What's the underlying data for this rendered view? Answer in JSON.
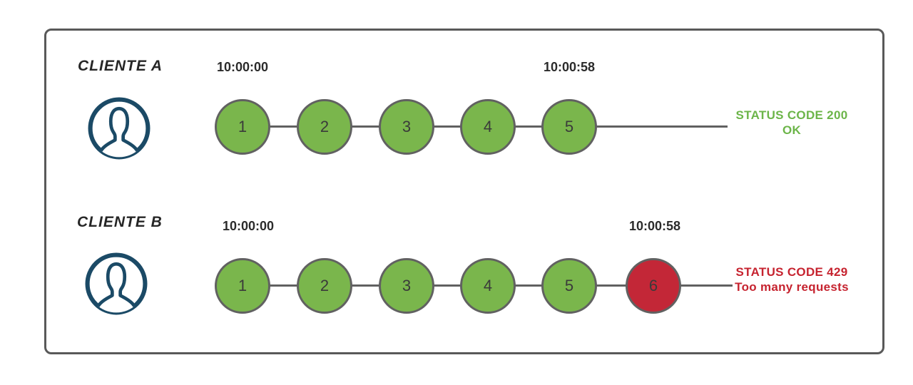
{
  "colors": {
    "green_fill": "#7ab64c",
    "green_text": "#6cb549",
    "red_fill": "#c32737",
    "red_text": "#c6232f",
    "stroke": "#616161",
    "navy": "#1b4a66",
    "frame_border": "#595959",
    "timestamp_text": "#2b2b2b",
    "label_text": "#262626",
    "number_text": "#3a3a3a",
    "background": "#ffffff"
  },
  "rows": [
    {
      "client_label": "CLIENTE A",
      "start_time": "10:00:00",
      "end_time": "10:00:58",
      "requests": [
        {
          "label": "1",
          "status": "ok"
        },
        {
          "label": "2",
          "status": "ok"
        },
        {
          "label": "3",
          "status": "ok"
        },
        {
          "label": "4",
          "status": "ok"
        },
        {
          "label": "5",
          "status": "ok"
        }
      ],
      "status_code_line": "STATUS CODE 200",
      "status_message_line": "OK",
      "status_color": "green"
    },
    {
      "client_label": "CLIENTE B",
      "start_time": "10:00:00",
      "end_time": "10:00:58",
      "requests": [
        {
          "label": "1",
          "status": "ok"
        },
        {
          "label": "2",
          "status": "ok"
        },
        {
          "label": "3",
          "status": "ok"
        },
        {
          "label": "4",
          "status": "ok"
        },
        {
          "label": "5",
          "status": "ok"
        },
        {
          "label": "6",
          "status": "blocked"
        }
      ],
      "status_code_line": "STATUS CODE 429",
      "status_message_line": "Too many requests",
      "status_color": "red"
    }
  ]
}
